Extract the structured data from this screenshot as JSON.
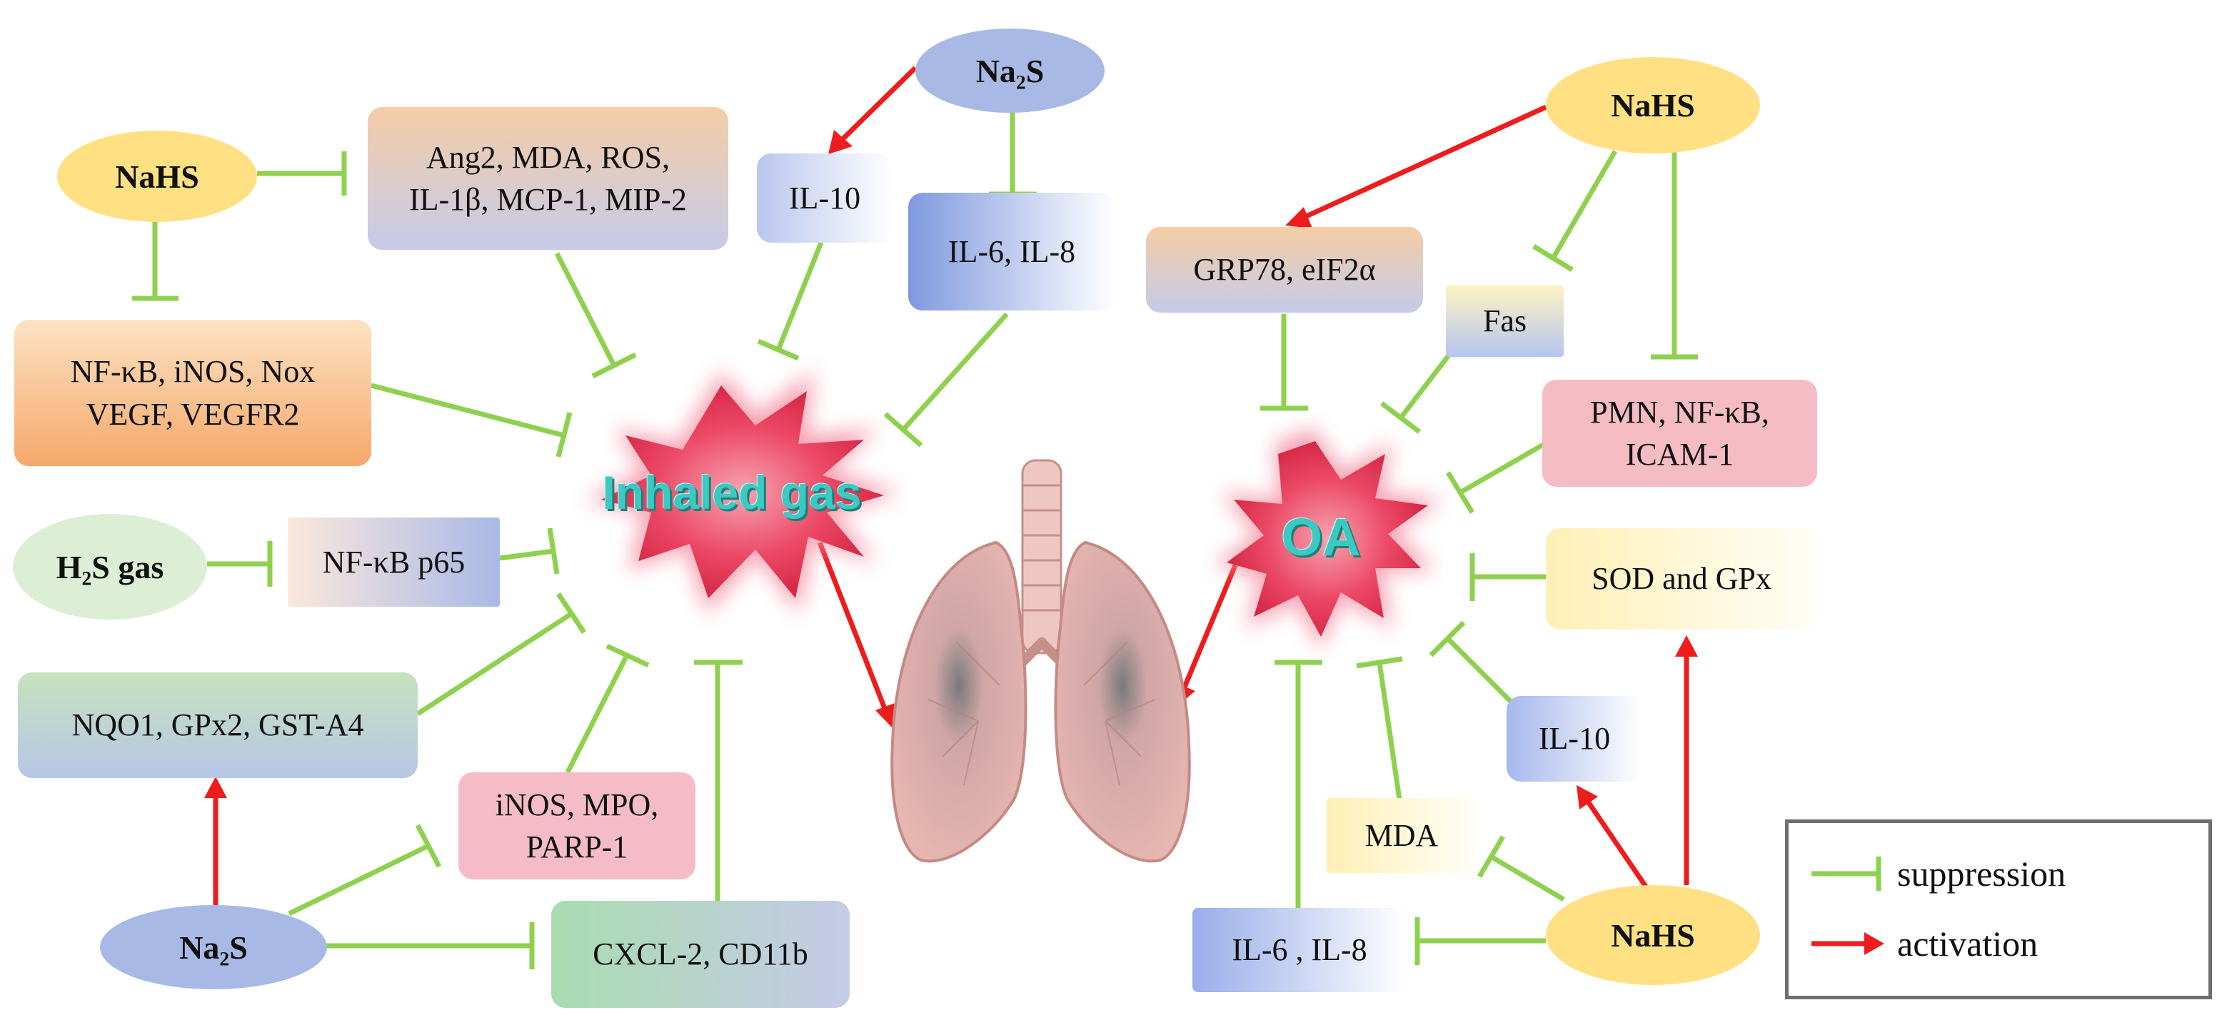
{
  "left": {
    "center": "Inhaled gas",
    "nahs": "NaHS",
    "na2s_top": "Na₂S",
    "na2s_bottom": "Na₂S",
    "h2s_gas": "H₂S gas",
    "ang2_box": "Ang2, MDA, ROS,\nIL-1β, MCP-1, MIP-2",
    "il10_box": "IL-10",
    "il6_box": "IL-6, IL-8",
    "nfkb_box": "NF-κB, iNOS, Nox\nVEGF, VEGFR2",
    "nfkb_p65_box": "NF-κB p65",
    "nqo1_box": "NQO1, GPx2, GST-A4",
    "inos_box": "iNOS, MPO,\nPARP-1",
    "cxcl_box": "CXCL-2, CD11b"
  },
  "right": {
    "center": "OA",
    "nahs_top": "NaHS",
    "nahs_bottom": "NaHS",
    "grp78_box": "GRP78, eIF2α",
    "fas_box": "Fas",
    "pmn_box": "PMN, NF-κB,\nICAM-1",
    "sod_box": "SOD and GPx",
    "il10_box": "IL-10",
    "mda_box": "MDA",
    "il6_box": "IL-6 , IL-8"
  },
  "legend": {
    "suppression": "suppression",
    "activation": "activation"
  },
  "colors": {
    "suppression": "#8fd14f",
    "activation": "#ee1c1c",
    "burst": "#ec3d5a",
    "oval_yellow": "#ffe083",
    "oval_blue": "#a9b9e6",
    "oval_green": "#dcefd4"
  }
}
